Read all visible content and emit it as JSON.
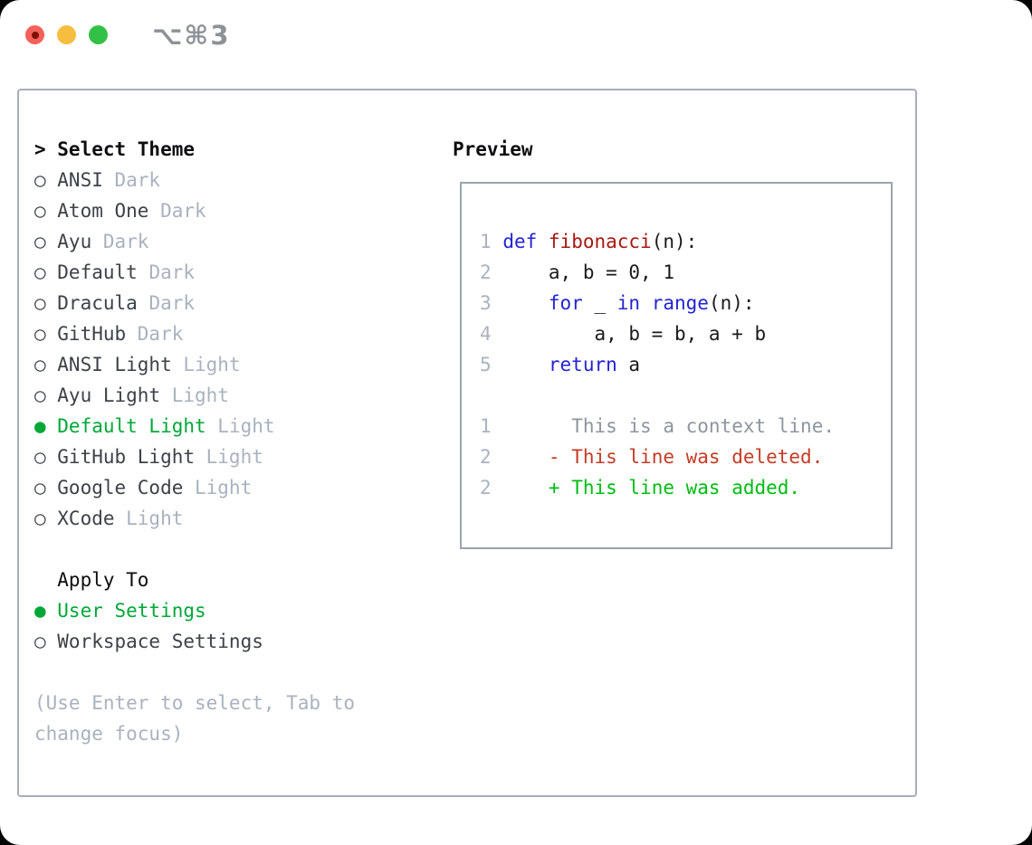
{
  "window": {
    "title": "⌥⌘3",
    "traffic_lights": [
      "close",
      "minimize",
      "zoom"
    ]
  },
  "theme_selector": {
    "header_prefix": ">",
    "header": "Select Theme",
    "items": [
      {
        "name": "ANSI",
        "variant": "Dark",
        "selected": false
      },
      {
        "name": "Atom One",
        "variant": "Dark",
        "selected": false
      },
      {
        "name": "Ayu",
        "variant": "Dark",
        "selected": false
      },
      {
        "name": "Default",
        "variant": "Dark",
        "selected": false
      },
      {
        "name": "Dracula",
        "variant": "Dark",
        "selected": false
      },
      {
        "name": "GitHub",
        "variant": "Dark",
        "selected": false
      },
      {
        "name": "ANSI Light",
        "variant": "Light",
        "selected": false
      },
      {
        "name": "Ayu Light",
        "variant": "Light",
        "selected": false
      },
      {
        "name": "Default Light",
        "variant": "Light",
        "selected": true
      },
      {
        "name": "GitHub Light",
        "variant": "Light",
        "selected": false
      },
      {
        "name": "Google Code",
        "variant": "Light",
        "selected": false
      },
      {
        "name": "XCode",
        "variant": "Light",
        "selected": false
      }
    ]
  },
  "apply_to": {
    "header": "Apply To",
    "options": [
      {
        "label": "User Settings",
        "selected": true
      },
      {
        "label": "Workspace Settings",
        "selected": false
      }
    ]
  },
  "hint_lines": [
    "(Use Enter to select, Tab to",
    "change focus)"
  ],
  "preview": {
    "header": "Preview",
    "code_lines": [
      {
        "number": "1",
        "tokens": [
          {
            "text": "def",
            "style": "keyword"
          },
          {
            "text": " ",
            "style": "plain"
          },
          {
            "text": "fibonacci",
            "style": "function"
          },
          {
            "text": "(n):",
            "style": "plain"
          }
        ]
      },
      {
        "number": "2",
        "tokens": [
          {
            "text": "    a, b = 0, 1",
            "style": "plain"
          }
        ]
      },
      {
        "number": "3",
        "tokens": [
          {
            "text": "    ",
            "style": "plain"
          },
          {
            "text": "for",
            "style": "keyword"
          },
          {
            "text": " _ ",
            "style": "plain"
          },
          {
            "text": "in",
            "style": "keyword"
          },
          {
            "text": " ",
            "style": "plain"
          },
          {
            "text": "range",
            "style": "keyword"
          },
          {
            "text": "(n):",
            "style": "plain"
          }
        ]
      },
      {
        "number": "4",
        "tokens": [
          {
            "text": "        a, b = b, a + b",
            "style": "plain"
          }
        ]
      },
      {
        "number": "5",
        "tokens": [
          {
            "text": "    ",
            "style": "plain"
          },
          {
            "text": "return",
            "style": "keyword"
          },
          {
            "text": " a",
            "style": "plain"
          }
        ]
      }
    ],
    "diff_lines": [
      {
        "number": "1",
        "marker": " ",
        "text": "This is a context line.",
        "type": "context"
      },
      {
        "number": "2",
        "marker": "-",
        "text": "This line was deleted.",
        "type": "deleted"
      },
      {
        "number": "2",
        "marker": "+",
        "text": "This line was added.",
        "type": "added"
      }
    ]
  },
  "colors": {
    "title_text": "#8e9297",
    "panel_border": "#a8aeb9",
    "preview_border": "#9ca4af",
    "header_text": "#0d0d0f",
    "item_text": "#3c4249",
    "variant_text": "#a9b2bf",
    "hint_text": "#a9b2bf",
    "selected_green": "#00a837",
    "keyword": "#2323d3",
    "function_name": "#a81711",
    "code_text": "#191a1c",
    "line_number": "#a9b2bf",
    "diff_context": "#8d959e",
    "diff_deleted": "#c43c25",
    "diff_added": "#00bd12",
    "traffic_red": "#f4605a",
    "traffic_red_dot": "#7d1007",
    "traffic_yellow": "#f6bd3f",
    "traffic_green": "#32c146"
  }
}
